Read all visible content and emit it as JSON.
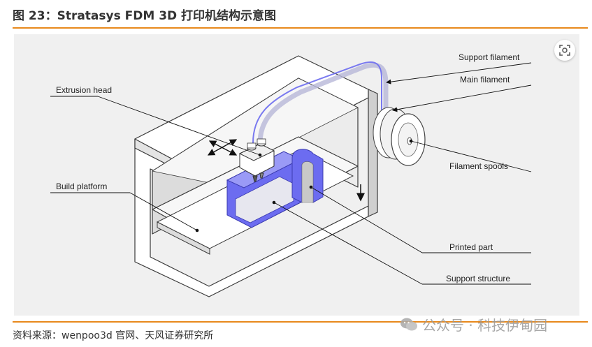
{
  "figure": {
    "title": "图 23：Stratasys FDM 3D 打印机结构示意图",
    "source": "资料来源：wenpoo3d 官网、天风证券研究所",
    "watermark": "公众号 · 科技伊甸园"
  },
  "diagram": {
    "labels": {
      "support_filament": "Support filament",
      "main_filament": "Main filament",
      "extrusion_head": "Extrusion head",
      "filament_spools": "Filament spools",
      "build_platform": "Build platform",
      "printed_part": "Printed part",
      "support_structure": "Support structure"
    }
  },
  "colors": {
    "accent_rule": "#e8891c",
    "part_fill": "#6c6cf0",
    "panel_bg": "#f0f0f0"
  },
  "icons": {
    "scan_button": "scan-icon",
    "watermark": "wechat-icon"
  }
}
